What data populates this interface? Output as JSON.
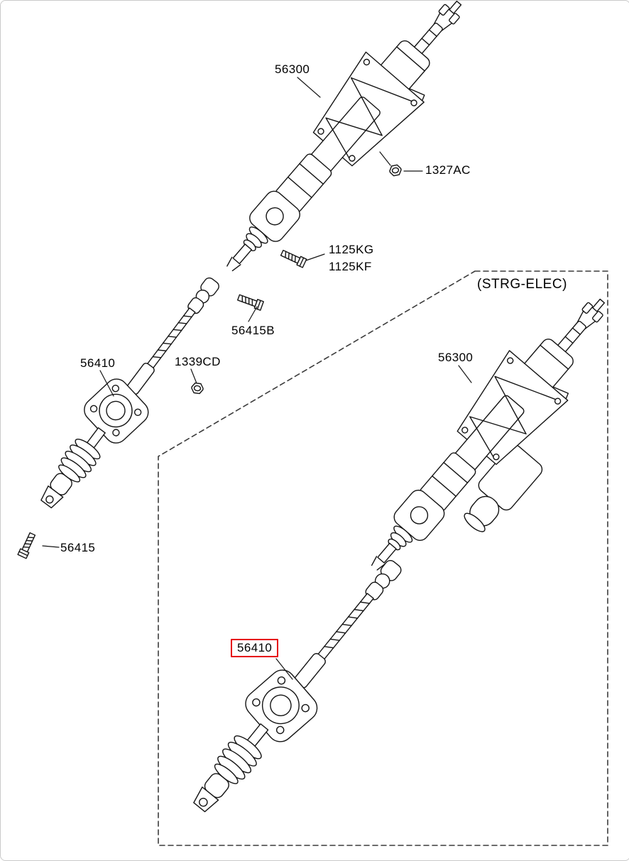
{
  "diagram": {
    "group_label": "(STRG-ELEC)",
    "callouts": {
      "column_std": "56300",
      "nut_top": "1327AC",
      "bolt_kg": "1125KG",
      "bolt_kf": "1125KF",
      "joint_bolt_upper": "56415B",
      "joint_nut": "1339CD",
      "shaft_std": "56410",
      "joint_bolt_lower": "56415",
      "column_elec": "56300",
      "shaft_elec": "56410"
    },
    "highlighted_part": "56410",
    "colors": {
      "line": "#141414",
      "highlight": "#e60012",
      "boundary_dash": "#3c3c3c"
    }
  }
}
